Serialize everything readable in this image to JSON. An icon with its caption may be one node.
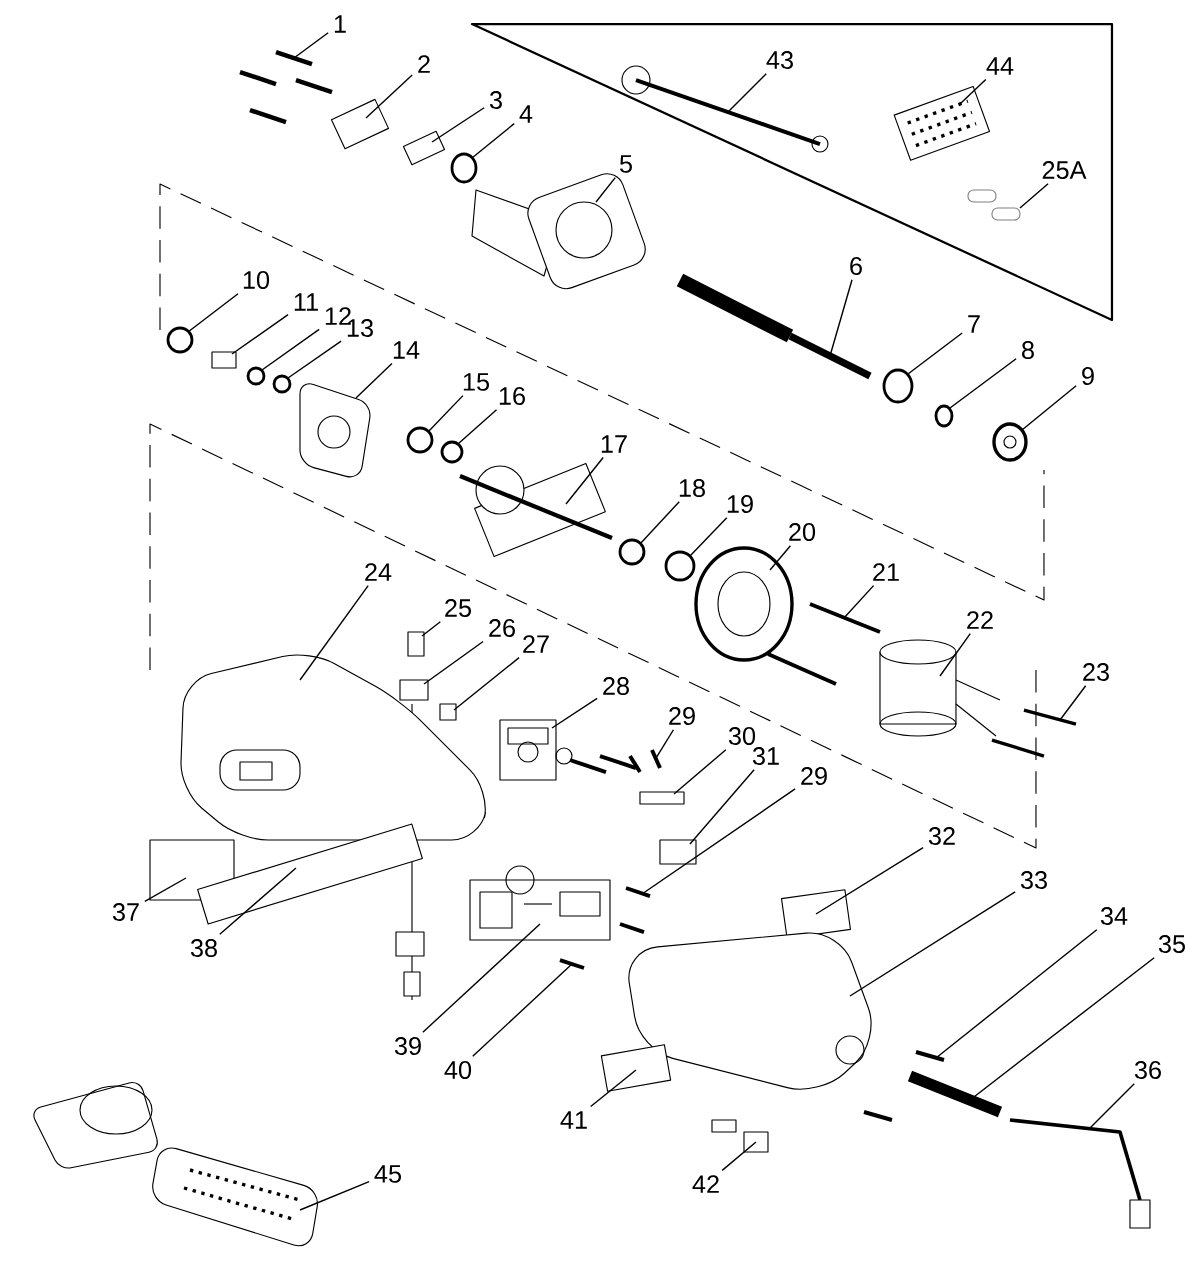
{
  "diagram": {
    "nodes": [
      {
        "text": [
          "1"
        ]
      },
      {
        "text": [
          "2"
        ]
      },
      {
        "text": [
          "3"
        ]
      },
      {
        "text": [
          "4"
        ]
      },
      {
        "text": [
          "5"
        ]
      },
      {
        "text": [
          "43"
        ]
      },
      {
        "text": [
          "44"
        ]
      },
      {
        "text": [
          "25A"
        ]
      },
      {
        "text": [
          "6"
        ]
      },
      {
        "text": [
          "7"
        ]
      },
      {
        "text": [
          "8"
        ]
      },
      {
        "text": [
          "9"
        ]
      },
      {
        "text": [
          "10"
        ]
      },
      {
        "text": [
          "11"
        ]
      },
      {
        "text": [
          "12"
        ]
      },
      {
        "text": [
          "13"
        ]
      },
      {
        "text": [
          "14"
        ]
      },
      {
        "text": [
          "15"
        ]
      },
      {
        "text": [
          "16"
        ]
      },
      {
        "text": [
          "17"
        ]
      },
      {
        "text": [
          "18"
        ]
      },
      {
        "text": [
          "19"
        ]
      },
      {
        "text": [
          "20"
        ]
      },
      {
        "text": [
          "21"
        ]
      },
      {
        "text": [
          "22"
        ]
      },
      {
        "text": [
          "23"
        ]
      },
      {
        "text": [
          "24"
        ]
      },
      {
        "text": [
          "25"
        ]
      },
      {
        "text": [
          "26"
        ]
      },
      {
        "text": [
          "27"
        ]
      },
      {
        "text": [
          "28"
        ]
      },
      {
        "text": [
          "29"
        ]
      },
      {
        "text": [
          "30"
        ]
      },
      {
        "text": [
          "31"
        ]
      },
      {
        "text": [
          "29"
        ]
      },
      {
        "text": [
          "32"
        ]
      },
      {
        "text": [
          "33"
        ]
      },
      {
        "text": [
          "34"
        ]
      },
      {
        "text": [
          "35"
        ]
      },
      {
        "text": [
          "37"
        ]
      },
      {
        "text": [
          "38"
        ]
      },
      {
        "text": [
          "36"
        ]
      },
      {
        "text": [
          "39"
        ]
      },
      {
        "text": [
          "40"
        ]
      },
      {
        "text": [
          "41"
        ]
      },
      {
        "text": [
          "42"
        ]
      },
      {
        "text": [
          "45"
        ]
      },
      {
        "text": [],
        "shape": "picture"
      },
      {
        "text": [],
        "shape": "box"
      },
      {
        "text": [],
        "shape": "box"
      },
      {
        "text": [],
        "shape": "circle"
      },
      {
        "text": [],
        "shape": "picture"
      },
      {
        "text": [],
        "shape": "picture"
      },
      {
        "text": [],
        "shape": "picture"
      },
      {
        "text": [],
        "shape": "picture"
      },
      {
        "text": [],
        "shape": "picture"
      },
      {
        "text": [],
        "shape": "circle"
      },
      {
        "text": [],
        "shape": "circle"
      },
      {
        "text": [],
        "shape": "picture"
      },
      {
        "text": [],
        "shape": "circle"
      },
      {
        "text": [],
        "shape": "box"
      },
      {
        "text": [],
        "shape": "circle"
      },
      {
        "text": [],
        "shape": "circle"
      },
      {
        "text": [],
        "shape": "picture"
      },
      {
        "text": [],
        "shape": "circle"
      },
      {
        "text": [],
        "shape": "circle"
      },
      {
        "text": [],
        "shape": "picture"
      },
      {
        "text": [],
        "shape": "circle"
      },
      {
        "text": [],
        "shape": "circle"
      },
      {
        "text": [],
        "shape": "picture"
      },
      {
        "text": [],
        "shape": "picture"
      },
      {
        "text": [],
        "shape": "picture"
      },
      {
        "text": [],
        "shape": "picture"
      },
      {
        "text": [],
        "shape": "picture"
      },
      {
        "text": [],
        "shape": "box"
      },
      {
        "text": [],
        "shape": "box"
      },
      {
        "text": [],
        "shape": "box"
      },
      {
        "text": [],
        "shape": "picture"
      },
      {
        "text": [],
        "shape": "picture"
      },
      {
        "text": [],
        "shape": "box"
      },
      {
        "text": [],
        "shape": "box"
      },
      {
        "text": [],
        "shape": "picture"
      },
      {
        "text": [],
        "shape": "box"
      },
      {
        "text": [],
        "shape": "picture"
      },
      {
        "text": [],
        "shape": "picture"
      },
      {
        "text": [],
        "shape": "picture"
      },
      {
        "text": [],
        "shape": "box"
      },
      {
        "text": [],
        "shape": "box"
      },
      {
        "text": [],
        "shape": "picture"
      },
      {
        "text": [],
        "shape": "picture"
      },
      {
        "text": [],
        "shape": "picture"
      },
      {
        "text": [],
        "shape": "box"
      },
      {
        "text": [],
        "shape": "picture"
      },
      {
        "text": [],
        "shape": "picture"
      }
    ],
    "edges": [
      {
        "from": 0,
        "to": 47,
        "arrow": "none"
      },
      {
        "from": 1,
        "to": 48,
        "arrow": "none"
      },
      {
        "from": 2,
        "to": 49,
        "arrow": "none"
      },
      {
        "from": 3,
        "to": 50,
        "arrow": "none"
      },
      {
        "from": 4,
        "to": 51,
        "arrow": "none"
      },
      {
        "from": 5,
        "to": 52,
        "arrow": "none"
      },
      {
        "from": 6,
        "to": 53,
        "arrow": "none"
      },
      {
        "from": 7,
        "to": 54,
        "arrow": "none"
      },
      {
        "from": 8,
        "to": 55,
        "arrow": "none"
      },
      {
        "from": 9,
        "to": 56,
        "arrow": "none"
      },
      {
        "from": 10,
        "to": 57,
        "arrow": "none"
      },
      {
        "from": 11,
        "to": 58,
        "arrow": "none"
      },
      {
        "from": 12,
        "to": 59,
        "arrow": "none"
      },
      {
        "from": 13,
        "to": 60,
        "arrow": "none"
      },
      {
        "from": 14,
        "to": 61,
        "arrow": "none"
      },
      {
        "from": 15,
        "to": 62,
        "arrow": "none"
      },
      {
        "from": 16,
        "to": 63,
        "arrow": "none"
      },
      {
        "from": 17,
        "to": 64,
        "arrow": "none"
      },
      {
        "from": 18,
        "to": 65,
        "arrow": "none"
      },
      {
        "from": 19,
        "to": 66,
        "arrow": "none"
      },
      {
        "from": 20,
        "to": 67,
        "arrow": "none"
      },
      {
        "from": 21,
        "to": 68,
        "arrow": "none"
      },
      {
        "from": 22,
        "to": 69,
        "arrow": "none"
      },
      {
        "from": 23,
        "to": 70,
        "arrow": "none"
      },
      {
        "from": 24,
        "to": 71,
        "arrow": "none"
      },
      {
        "from": 25,
        "to": 72,
        "arrow": "none"
      },
      {
        "from": 26,
        "to": 73,
        "arrow": "none"
      },
      {
        "from": 27,
        "to": 74,
        "arrow": "none"
      },
      {
        "from": 28,
        "to": 75,
        "arrow": "none"
      },
      {
        "from": 29,
        "to": 76,
        "arrow": "none"
      },
      {
        "from": 30,
        "to": 77,
        "arrow": "none"
      },
      {
        "from": 31,
        "to": 78,
        "arrow": "none"
      },
      {
        "from": 32,
        "to": 79,
        "arrow": "none"
      },
      {
        "from": 33,
        "to": 80,
        "arrow": "none"
      },
      {
        "from": 34,
        "to": 81,
        "arrow": "none"
      },
      {
        "from": 35,
        "to": 82,
        "arrow": "none"
      },
      {
        "from": 36,
        "to": 83,
        "arrow": "none"
      },
      {
        "from": 37,
        "to": 84,
        "arrow": "none"
      },
      {
        "from": 38,
        "to": 85,
        "arrow": "none"
      },
      {
        "from": 39,
        "to": 86,
        "arrow": "none"
      },
      {
        "from": 40,
        "to": 87,
        "arrow": "none"
      },
      {
        "from": 41,
        "to": 88,
        "arrow": "none"
      },
      {
        "from": 42,
        "to": 89,
        "arrow": "none"
      },
      {
        "from": 43,
        "to": 90,
        "arrow": "none"
      },
      {
        "from": 44,
        "to": 91,
        "arrow": "none"
      },
      {
        "from": 45,
        "to": 92,
        "arrow": "none"
      },
      {
        "from": 46,
        "to": 93,
        "arrow": "none"
      }
    ]
  }
}
